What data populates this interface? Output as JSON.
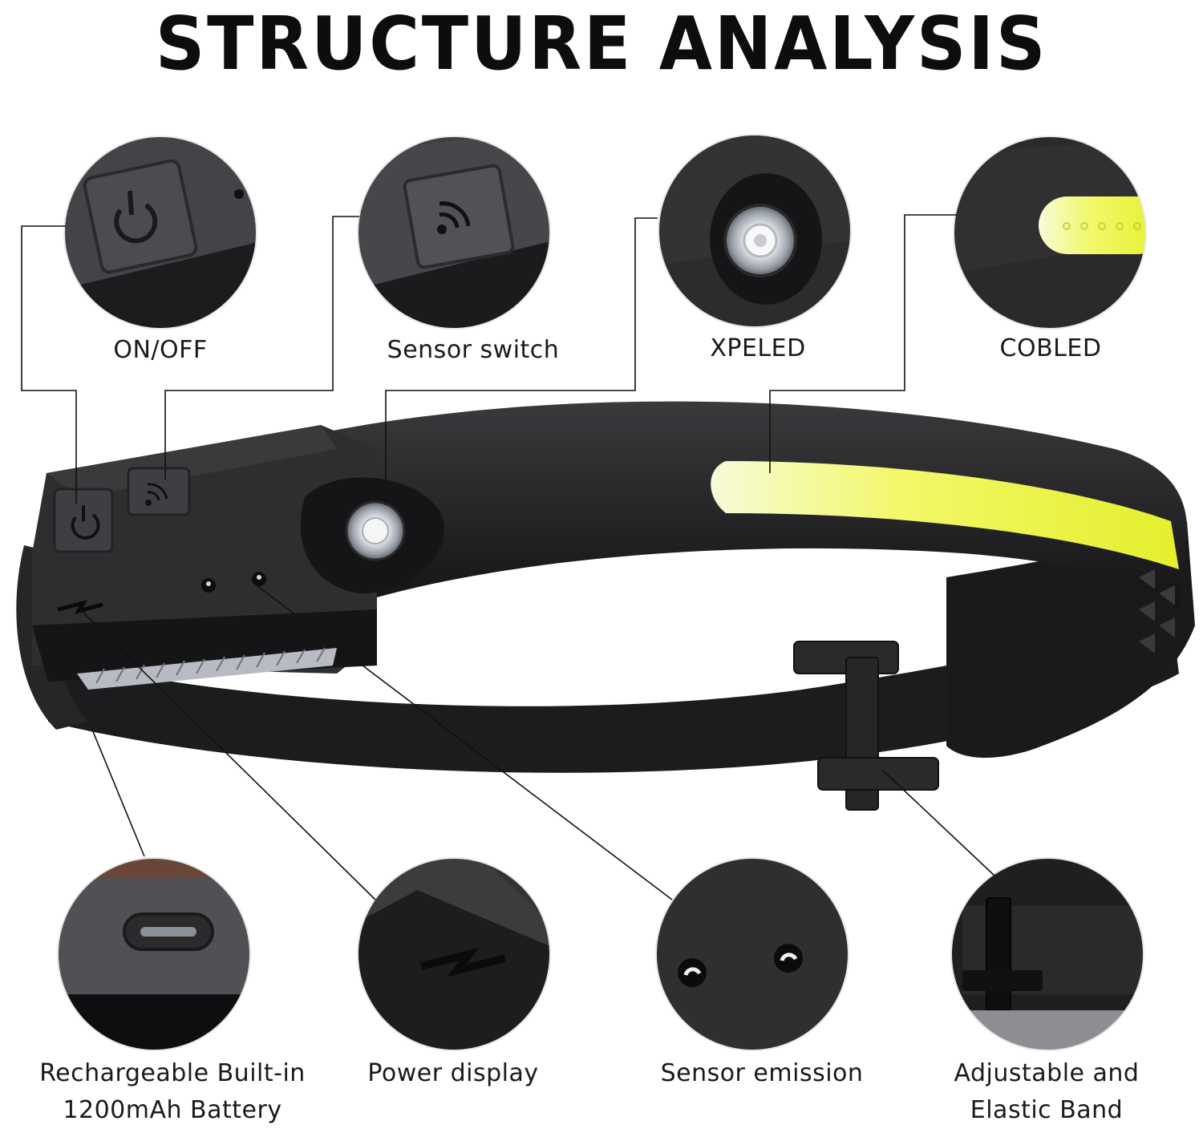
{
  "title": "STRUCTURE ANALYSIS",
  "features": {
    "on_off": {
      "label": "ON/OFF",
      "icon": "power-icon"
    },
    "sensor_switch": {
      "label": "Sensor switch",
      "icon": "wave-sensor-icon"
    },
    "xpe_led": {
      "label": "XPELED",
      "icon": "spot-led-icon"
    },
    "cob_led": {
      "label": "COBLED",
      "icon": "cob-strip-icon"
    },
    "battery": {
      "label_line1": "Rechargeable Built-in",
      "label_line2": "1200mAh Battery",
      "icon": "usb-c-port-icon"
    },
    "power_display": {
      "label": "Power display",
      "icon": "lightning-icon"
    },
    "sensor_emission": {
      "label": "Sensor emission",
      "icon": "sensor-dots-icon"
    },
    "band": {
      "label_line1": "Adjustable and",
      "label_line2": "Elastic Band",
      "icon": "buckle-icon"
    }
  },
  "colors": {
    "background": "#ffffff",
    "body": "#1f1f21",
    "cob_light": "#eef53a",
    "line": "#111111"
  }
}
